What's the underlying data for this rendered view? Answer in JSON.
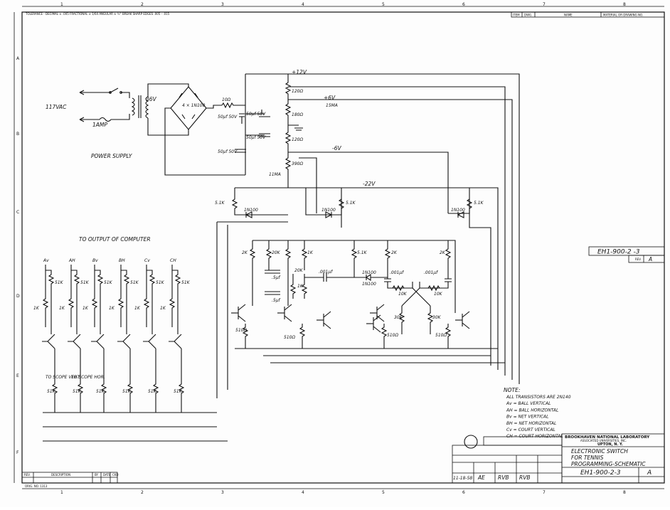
{
  "border": {
    "columns": [
      "1",
      "2",
      "3",
      "4",
      "5",
      "6",
      "7",
      "8"
    ],
    "rows": [
      "A",
      "B",
      "C",
      "D",
      "E",
      "F"
    ]
  },
  "tolerance_note": "TOLERANCE - DECIMAL ± .005  FRACTIONAL ± 1/64  ANGULAR ± ½°  BREAK SHARP EDGES .005 - .015",
  "parts_header": {
    "item": "ITEM",
    "dwg": "DWG.",
    "name": "NAME",
    "material": "MATERIAL OR DRAWING NO."
  },
  "revision_block": {
    "label": "REV.",
    "code": "EH1-900-2  -3",
    "rev": "A"
  },
  "power": {
    "ac_in": "117VAC",
    "fuse": "1AMP",
    "transformer": "36V",
    "bridge": "4 × 1N100",
    "title": "POWER SUPPLY",
    "r_series": "10Ω",
    "cap1": "50μf 50V",
    "cap2": "50μf 50V",
    "cap3": "50μf 50V",
    "cap4": "50μf 50V",
    "rail_12": "+12V",
    "rail_6": "+6V",
    "rail_6_current": "15MA",
    "rail_m6": "-6V",
    "rail_m22": "-22V",
    "m22_current": "11MA",
    "r1": "120Ω",
    "r2": "180Ω",
    "r3": "120Ω",
    "r4": "390Ω"
  },
  "switch": {
    "r_left": "5.1K",
    "r_right": "5.1K",
    "r_mid": "5.1K",
    "d_left": "1N100",
    "d_mid": "1N100",
    "d_right": "1N100",
    "d_center1": "1N100",
    "d_center2": "1N100",
    "r_2k_a": "2K",
    "r_20k_a": "20K",
    "r_1k_a": "1K",
    "r_2k_b": "2K",
    "r_2k_c": "2K",
    "r_5k1": "5.1K",
    "r_20k_b": "20K",
    "r_1k_b": "1K",
    "c_5a": ".5μf",
    "c_5b": ".5μf",
    "c_001a": ".001μf",
    "c_001b": ".001μf",
    "c_001c": ".001μf",
    "r_10k_a": "10K",
    "r_10k_b": "10K",
    "r_30k_a": "30K",
    "r_30k_b": "30K",
    "r_510_a": "510Ω",
    "r_510_b": "510Ω",
    "r_510_c": "510Ω",
    "r_510_d": "510Ω"
  },
  "inputs": {
    "heading": "TO OUTPUT OF COMPUTER",
    "channels": [
      "Av",
      "AH",
      "Bv",
      "BH",
      "Cv",
      "CH"
    ],
    "r51k": "51K",
    "r1k": "1K",
    "scope_vert": "TO SCOPE VERT.",
    "scope_hor": "TO SCOPE HOR."
  },
  "note": {
    "title": "NOTE:",
    "lines": [
      "ALL TRANSISTORS ARE 2N140",
      "Av = BALL VERTICAL",
      "AH = BALL HORIZONTAL",
      "Bv = NET VERTICAL",
      "BH = NET HORIZONTAL",
      "Cv = COURT VERTICAL",
      "CH = COURT HORIZONTAL"
    ]
  },
  "title_block": {
    "org": "BROOKHAVEN NATIONAL LABORATORY",
    "associated": "ASSOCIATED UNIVERSITIES, INC.",
    "location": "UPTON, N. Y.",
    "title1": "ELECTRONIC SWITCH",
    "title2": "FOR TENNIS",
    "title3": "PROGRAMMING-SCHEMATIC",
    "dwg_no": "EH1-900-2-3",
    "rev": "A",
    "date": "11-18-58",
    "drawn": "AE",
    "checked": "RVB",
    "approved": "RVB",
    "left_cols": [
      "REV.",
      "DESCRIPTION",
      "BY",
      "DATE",
      "CKD"
    ],
    "form": "ORIG. NO. 1313"
  }
}
